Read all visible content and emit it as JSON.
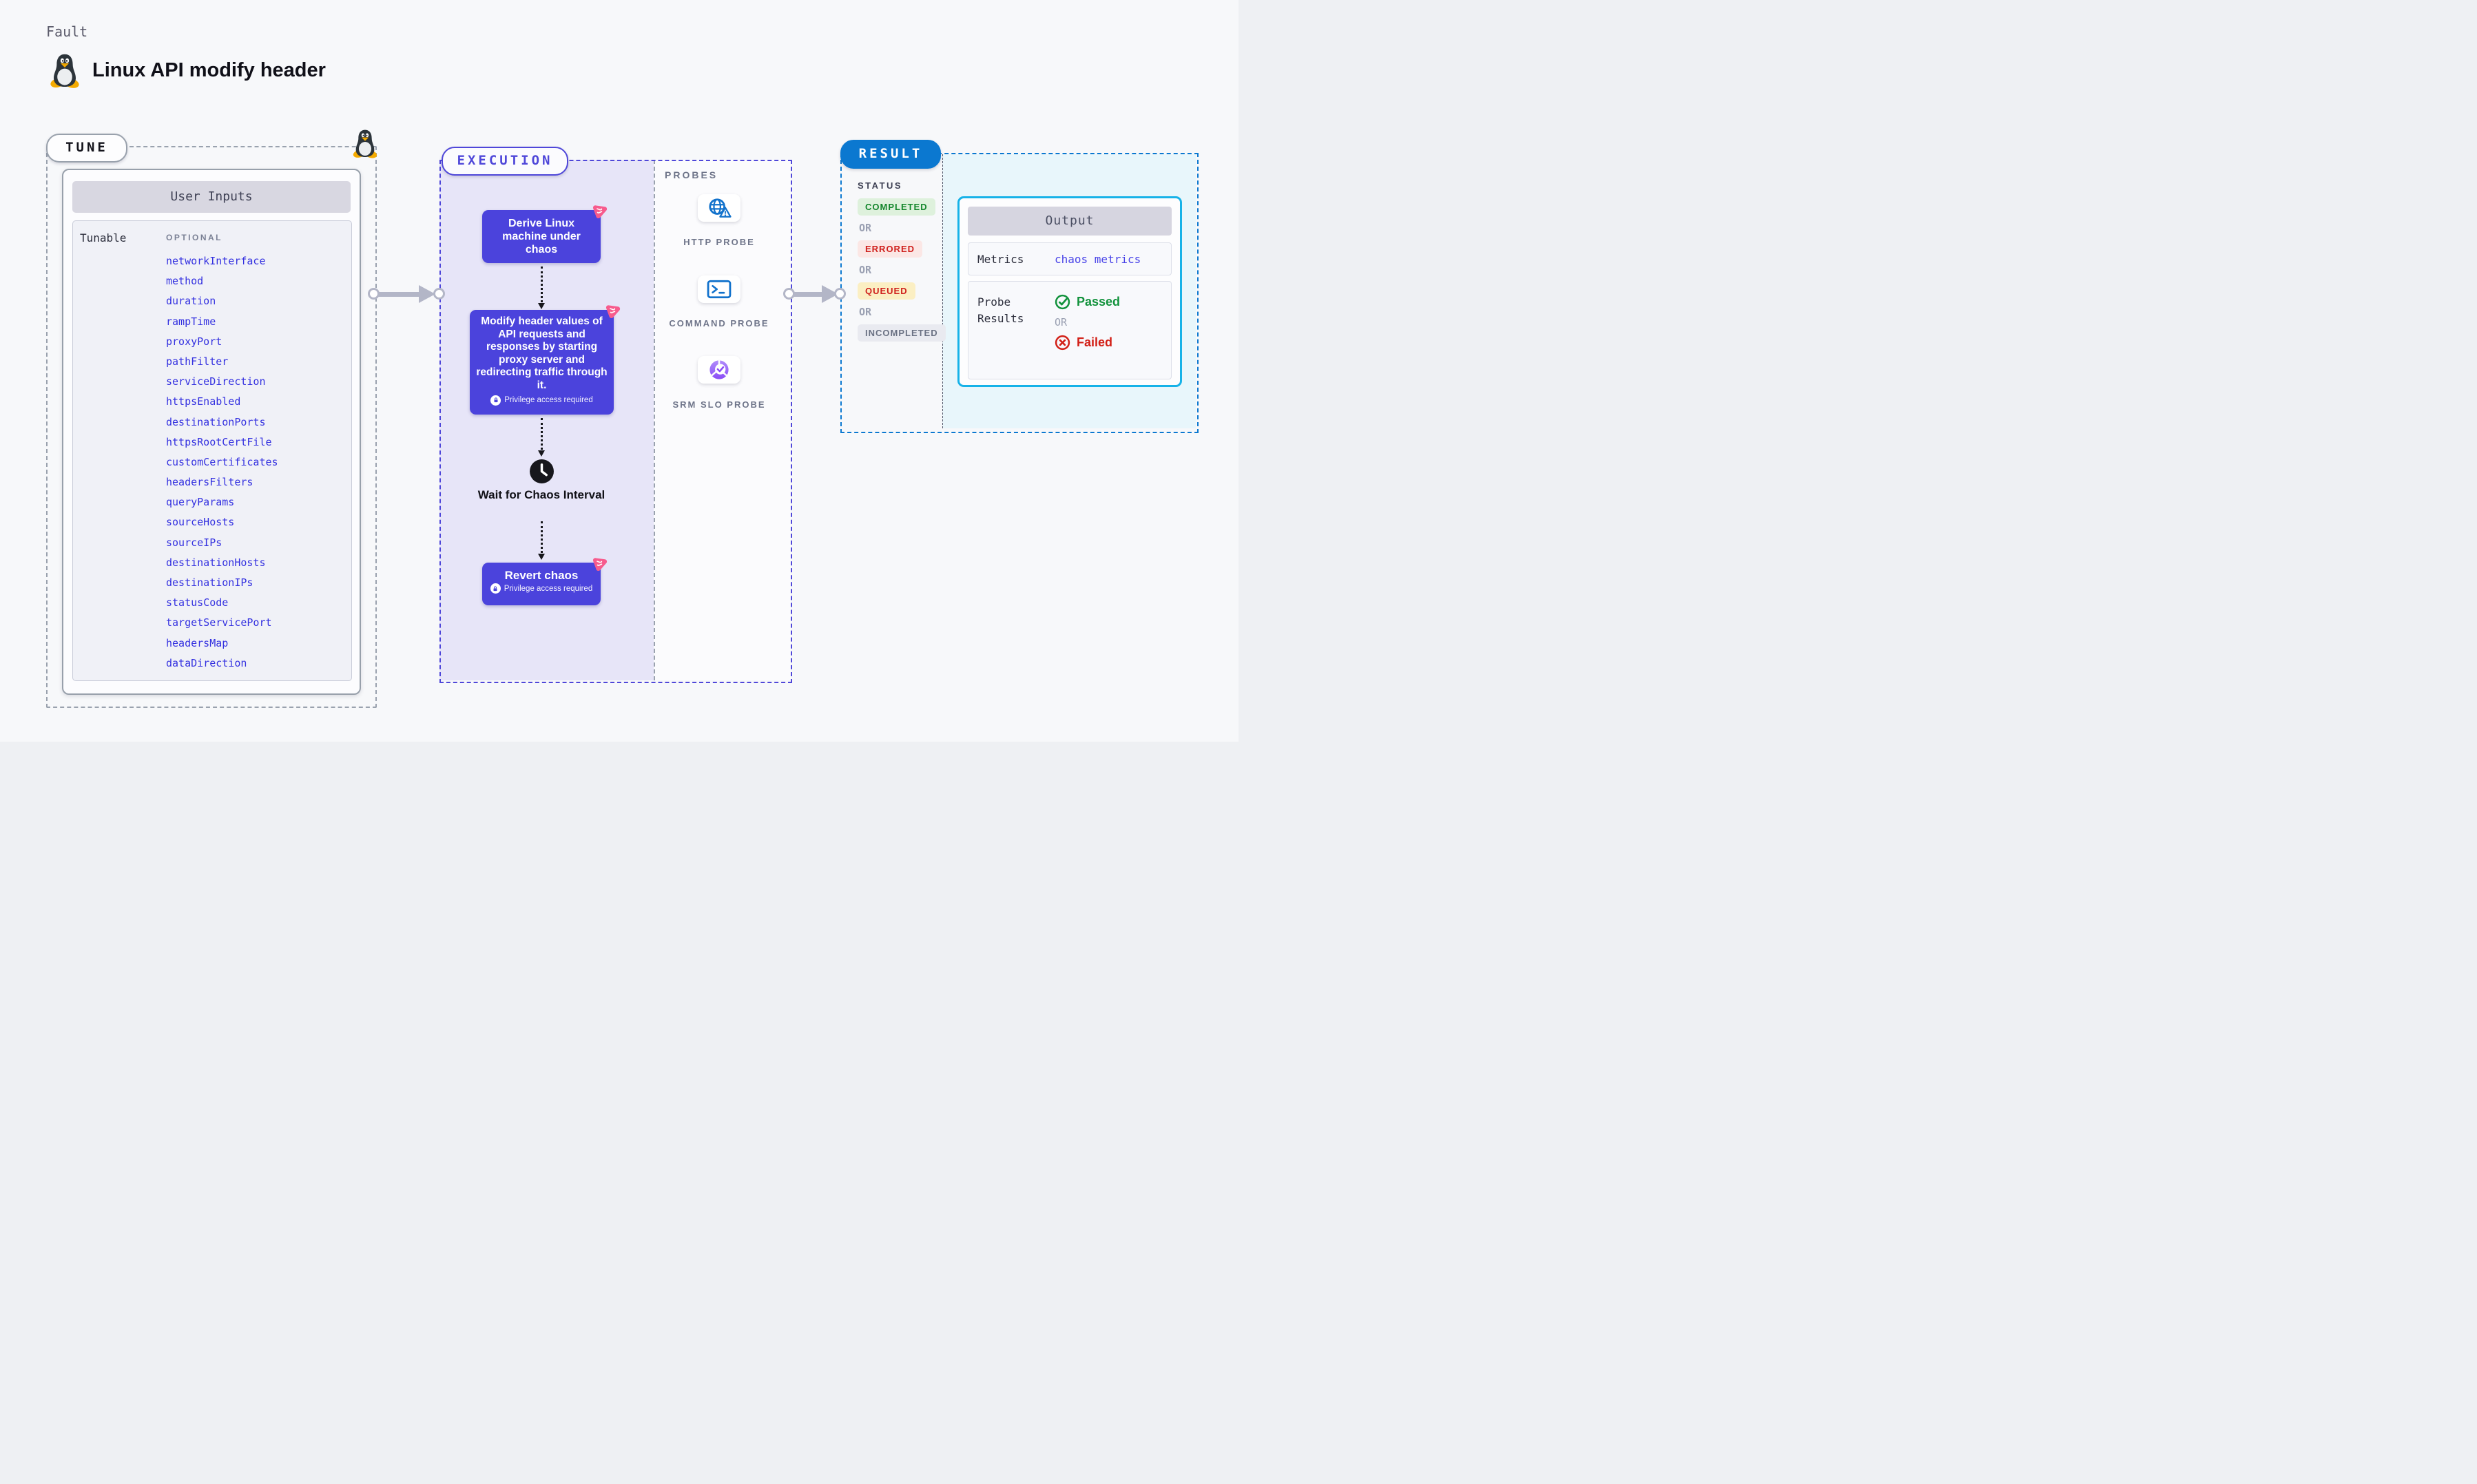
{
  "page": {
    "fault_label": "Fault",
    "title": "Linux API modify header"
  },
  "tune": {
    "label": "TUNE",
    "card_header": "User Inputs",
    "row_label": "Tunable",
    "column_header": "OPTIONAL",
    "tunables": [
      "networkInterface",
      "method",
      "duration",
      "rampTime",
      "proxyPort",
      "pathFilter",
      "serviceDirection",
      "httpsEnabled",
      "destinationPorts",
      "httpsRootCertFile",
      "customCertificates",
      "headersFilters",
      "queryParams",
      "sourceHosts",
      "sourceIPs",
      "destinationHosts",
      "destinationIPs",
      "statusCode",
      "targetServicePort",
      "headersMap",
      "dataDirection"
    ]
  },
  "execution": {
    "label": "EXECUTION",
    "nodes": {
      "derive": "Derive Linux machine under chaos",
      "modify": "Modify header values of API requests and responses by starting proxy server and redirecting traffic through it.",
      "wait": "Wait for Chaos Interval",
      "revert": "Revert chaos"
    },
    "privilege_note": "Privilege access required"
  },
  "probes": {
    "label": "PROBES",
    "items": [
      {
        "label": "HTTP PROBE",
        "icon": "globe-warning-icon"
      },
      {
        "label": "COMMAND PROBE",
        "icon": "terminal-icon"
      },
      {
        "label": "SRM SLO PROBE",
        "icon": "slo-pie-check-icon"
      }
    ]
  },
  "result": {
    "label": "RESULT",
    "status_label": "STATUS",
    "statuses": [
      {
        "label": "COMPLETED",
        "kind": "green"
      },
      {
        "label": "OR",
        "kind": "or"
      },
      {
        "label": "ERRORED",
        "kind": "red"
      },
      {
        "label": "OR",
        "kind": "or"
      },
      {
        "label": "QUEUED",
        "kind": "yellow"
      },
      {
        "label": "OR",
        "kind": "or"
      },
      {
        "label": "INCOMPLETED",
        "kind": "gray"
      }
    ],
    "output": {
      "header": "Output",
      "metrics_label": "Metrics",
      "metrics_link": "chaos metrics",
      "probe_results_label": "Probe Results",
      "passed": "Passed",
      "or": "OR",
      "failed": "Failed"
    }
  },
  "colors": {
    "accent_indigo": "#4b43dc",
    "execution_border": "#4f47d9",
    "execution_panel": "#e7e5f8",
    "result_blue": "#0b78d0",
    "output_border": "#16b2e8",
    "output_panel": "#e8f6fb",
    "tunable_link": "#3431e0",
    "chaos_badge_pink": "#f75b8d",
    "passed_green": "#12923c",
    "failed_red": "#d21f16",
    "queued_yellow_bg": "#fbefc3",
    "completed_green_bg": "#def1dc",
    "errored_red_bg": "#fbe7e5",
    "connector_gray": "#b3b6c7"
  }
}
